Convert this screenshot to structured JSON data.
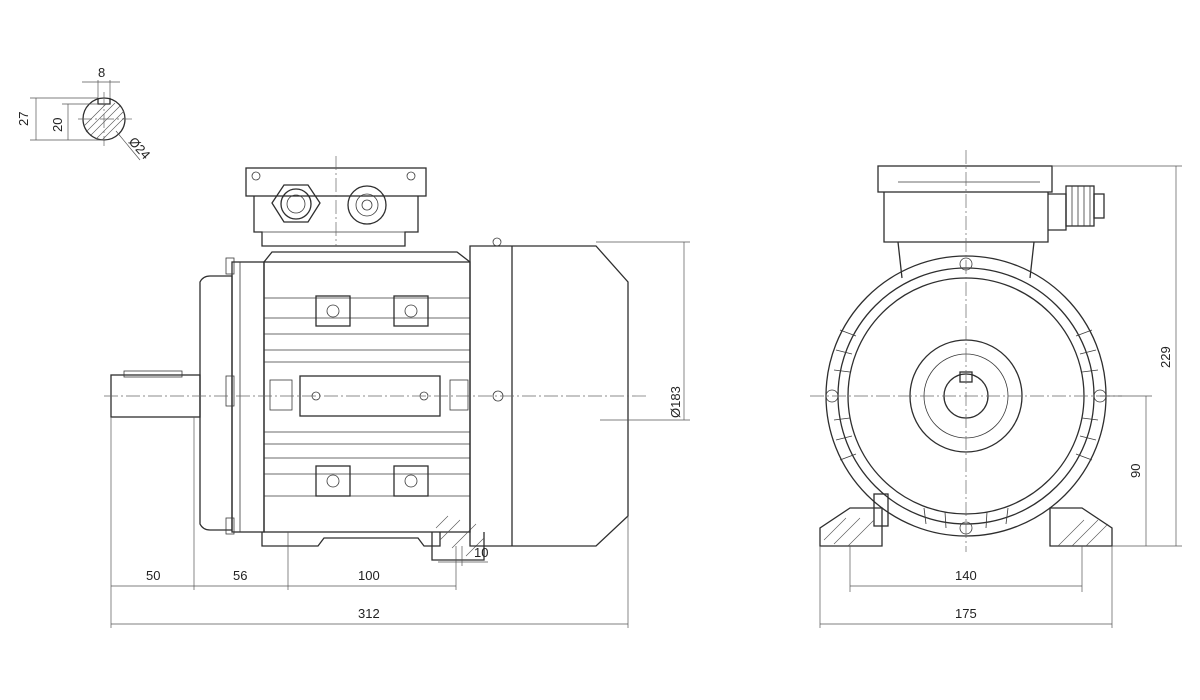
{
  "dimensions": {
    "key_width": "8",
    "shaft_height": "27",
    "shaft_key": "20",
    "shaft_dia": "Ø24",
    "flange_dia": "Ø183",
    "shaft_len": "50",
    "shoulder_to_foot": "56",
    "foot_holes_spacing": "100",
    "foot_hole": "10",
    "overall_length": "312",
    "foot_width": "140",
    "base_width": "175",
    "axis_height": "90",
    "overall_height": "229"
  }
}
